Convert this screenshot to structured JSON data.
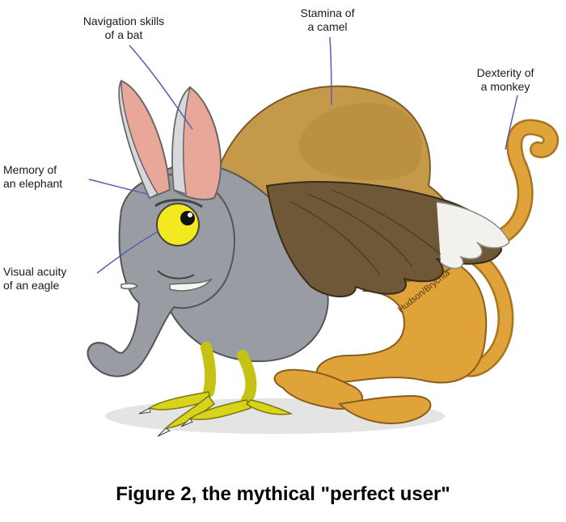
{
  "labels": {
    "bat": "Navigation skills\nof a bat",
    "camel": "Stamina of\na camel",
    "monkey": "Dexterity of\na monkey",
    "elephant": "Memory of\nan elephant",
    "eagle": "Visual acuity\nof an eagle"
  },
  "signature": "Hudson/Brychta",
  "caption": "Figure 2, the mythical \"perfect user\"",
  "colors": {
    "elephant_gray": "#9a9ca4",
    "camel_tan": "#c49a4a",
    "monkey_orange": "#e0a33a",
    "eagle_yellow": "#d8d41c",
    "ear_pink": "#e9a79a",
    "wing_brown": "#6e5838",
    "line_blue": "#5a5ab4"
  }
}
